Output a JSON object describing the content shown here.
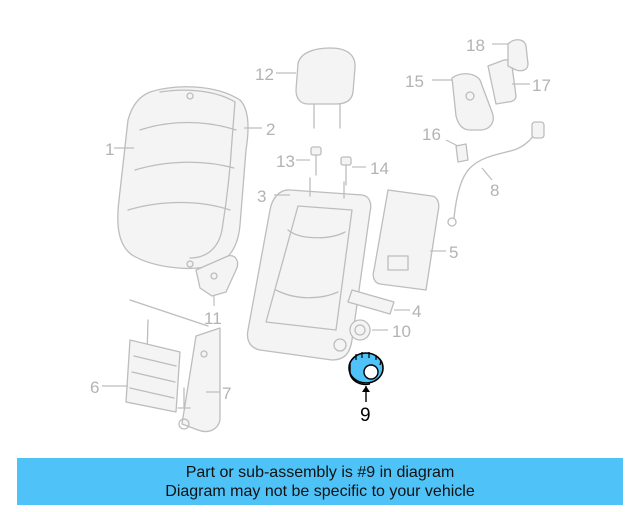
{
  "callouts": {
    "p1": "1",
    "p2": "2",
    "p3": "3",
    "p4": "4",
    "p5": "5",
    "p6": "6",
    "p7": "7",
    "p8": "8",
    "p9": "9",
    "p10": "10",
    "p11": "11",
    "p12": "12",
    "p13": "13",
    "p14": "14",
    "p15": "15",
    "p16": "16",
    "p17": "17",
    "p18": "18"
  },
  "highlight": {
    "color": "#4fc3f7"
  },
  "banner": {
    "line1": "Part or sub-assembly is #9 in diagram",
    "line2": "Diagram may not be specific to your vehicle",
    "color": "#4fc3f7"
  }
}
